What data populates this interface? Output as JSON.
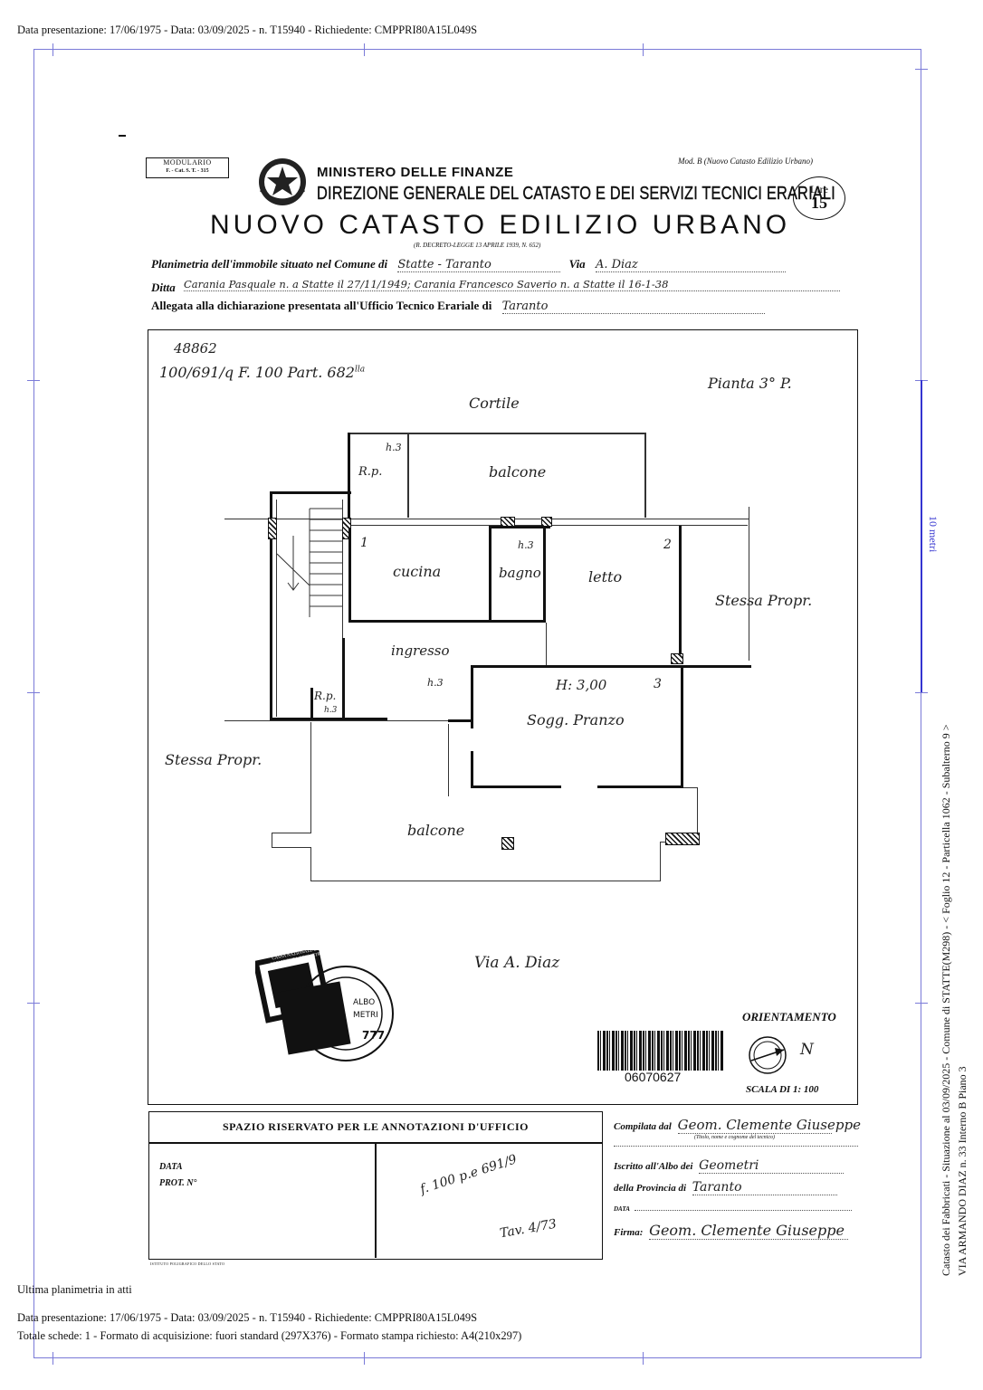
{
  "top_header": "Data presentazione: 17/06/1975 - Data: 03/09/2025 - n. T15940 - Richiedente: CMPPRI80A15L049S",
  "bottom": {
    "last_plan": "Ultima planimetria in atti",
    "line1": "Data presentazione: 17/06/1975 - Data: 03/09/2025 - n. T15940 - Richiedente: CMPPRI80A15L049S",
    "line2": "Totale schede: 1 - Formato di acquisizione: fuori standard (297X376) - Formato stampa richiesto: A4(210x297)"
  },
  "side": {
    "scale_label": "10 metri",
    "line1": "Catasto dei Fabbricati - Situazione al 03/09/2025 - Comune di STATTE(M298) - < Foglio 12 - Particella  1062 - Subalterno 9 >",
    "line2": "VIA ARMANDO DIAZ n. 33  Interno B Piano 3"
  },
  "form": {
    "modulario": "MODULARIO",
    "modulario_code": "F. - Cat. S. T. - 315",
    "mod_b": "Mod. B (Nuovo Catasto Edilizio Urbano)",
    "ministry": "MINISTERO DELLE FINANZE",
    "direction": "DIREZIONE GENERALE DEL CATASTO E DEI SERVIZI TECNICI ERARIALI",
    "title": "NUOVO CATASTO EDILIZIO URBANO",
    "decree": "(R. DECRETO-LEGGE 13 APRILE 1939, N. 652)",
    "lire_label": "Lire",
    "lire_value": "15",
    "planimetria_label": "Planimetria dell'immobile situato nel Comune di",
    "comune_value": "Statte - Taranto",
    "via_label": "Via",
    "via_value": "A. Diaz",
    "ditta_label": "Ditta",
    "ditta_value": "Carania Pasquale n. a Statte il 27/11/1949; Carania Francesco Saverio n. a Statte il 16-1-38",
    "allegata_label": "Allegata alla dichiarazione presentata all'Ufficio Tecnico Erariale di",
    "allegata_value": "Taranto"
  },
  "plan": {
    "ref1": "48862",
    "ref2": "100/691/q  F. 100  Part. 682",
    "ref2_sup": "lla",
    "piano": "Pianta 3° P.",
    "cortile": "Cortile",
    "balcone_top": "balcone",
    "rip1": "R.p.",
    "h13_a": "h.3",
    "cucina": "cucina",
    "bagno": "bagno",
    "h13_b": "h.3",
    "letto": "letto",
    "num1": "1",
    "num2": "2",
    "num3": "3",
    "stessa_right": "Stessa Propr.",
    "ingresso": "ingresso",
    "h13_c": "h.3",
    "hval": "H: 3,00",
    "soggiorno": "Sogg. Pranzo",
    "rip2": "R.p.",
    "h13_d": "h.3",
    "stessa_left": "Stessa Propr.",
    "balcone_bottom": "balcone",
    "via_bottom": "Via A. Diaz",
    "orientamento": "ORIENTAMENTO",
    "north": "N",
    "barcode": "06070627",
    "scala": "SCALA DI 1: 100",
    "stamp_text": "CASSA NAZIONALE DI PREVIDENZA GEOMETRI"
  },
  "annotations": {
    "spazio": "SPAZIO RISERVATO PER LE ANNOTAZIONI D'UFFICIO",
    "data": "DATA",
    "prot": "PROT. N°",
    "note1": "f. 100  p.e 691/9",
    "note2": "Tav. 4/73",
    "printer": "ISTITUTO POLIGRAFICO DELLO STATO"
  },
  "compilata": {
    "compilata_label": "Compilata dal",
    "compilata_value": "Geom. Clemente Giuseppe",
    "titolo_hint": "(Titolo, nome e cognome del tecnico)",
    "iscritto_label": "Iscritto all'Albo dei",
    "iscritto_value": "Geometri",
    "provincia_label": "della Provincia di",
    "provincia_value": "Taranto",
    "data_label": "DATA",
    "firma_label": "Firma:",
    "firma_value": "Geom. Clemente Giuseppe"
  }
}
